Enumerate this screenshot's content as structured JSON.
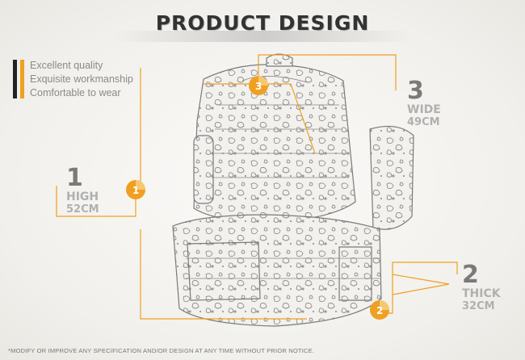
{
  "title": "PRODUCT DESIGN",
  "features": [
    "Excellent quality",
    "Exquisite workmanship",
    "Comfortable to wear"
  ],
  "dimensions": [
    {
      "num": "1",
      "label": "HIGH",
      "value": "52CM"
    },
    {
      "num": "2",
      "label": "THICK",
      "value": "32CM"
    },
    {
      "num": "3",
      "label": "WIDE",
      "value": "49CM"
    }
  ],
  "badges": [
    "1",
    "2",
    "3"
  ],
  "disclaimer": "*MODIFY OR IMPROVE ANY SPECIFICATION AND/OR DESIGN AT ANY TIME WITHOUT PRIOR NOTICE.",
  "colors": {
    "accent": "#f0a020",
    "dark": "#222222",
    "text": "#8a8a8a"
  }
}
